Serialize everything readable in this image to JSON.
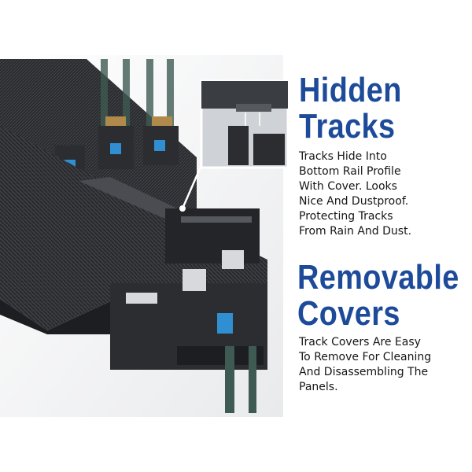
{
  "hidden_tracks": {
    "title_lines": [
      "Hidden",
      "Tracks"
    ],
    "description_lines": [
      "Tracks Hide Into",
      "Bottom Rail Profile",
      "With Cover. Looks",
      "Nice And Dustproof.",
      "Protecting Tracks",
      "From Rain And Dust."
    ]
  },
  "removable_covers": {
    "title_lines": [
      "Removable",
      "Covers"
    ],
    "description_lines": [
      "Track Covers Are Easy",
      "To Remove For Cleaning",
      "And Disassembling The",
      "Panels."
    ]
  },
  "colors": {
    "title": "#1d4b9a",
    "text": "#151515",
    "profile": "#2b2d30",
    "gasket": "#2f8fd1"
  }
}
